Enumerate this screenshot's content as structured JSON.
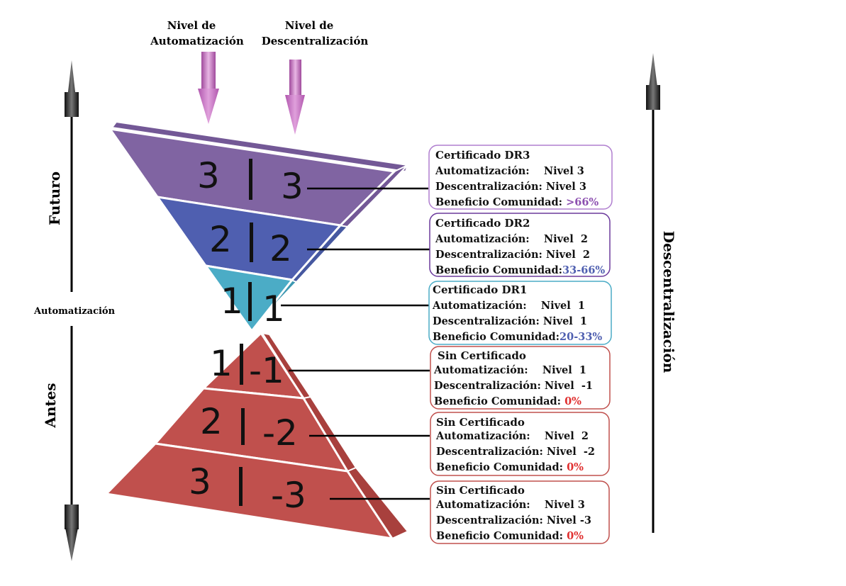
{
  "header": {
    "automation_label": [
      "Nivel de",
      "Automatización"
    ],
    "decentralization_label": [
      "Nivel de",
      "Descentralización"
    ]
  },
  "left_axis": {
    "top_label": "Futuro",
    "middle_label": "Automatización",
    "bottom_label": "Antes"
  },
  "right_axis": {
    "label": "Descentralización"
  },
  "levels": [
    {
      "id": "dr3",
      "automation": "3",
      "decentralization": "3",
      "title": "Certificado DR3",
      "automation_row": "Automatización:    Nivel 3",
      "decentralization_row": "Descentralización: Nivel 3",
      "benefit_label": "Beneficio Comunidad:",
      "benefit_value": " >66%",
      "color": "#8064a2",
      "benefit_color": "#8c4fb0"
    },
    {
      "id": "dr2",
      "automation": "2",
      "decentralization": "2",
      "title": "Certificado DR2",
      "automation_row": "Automatización:    Nivel  2",
      "decentralization_row": "Descentralización: Nivel  2",
      "benefit_label": "Beneficio Comunidad:",
      "benefit_value": "33-66%",
      "color": "#4f5fb0",
      "benefit_color": "#4f5fb0"
    },
    {
      "id": "dr1",
      "automation": "1",
      "decentralization": "1",
      "title": "Certificado DR1",
      "automation_row": "Automatización:    Nivel  1",
      "decentralization_row": "Descentralización: Nivel  1",
      "benefit_label": "Beneficio Comunidad:",
      "benefit_value": "20-33%",
      "color": "#4bacc6",
      "benefit_color": "#4f5fb0"
    },
    {
      "id": "sc1",
      "automation": "1",
      "decentralization": "-1",
      "title": "Sin Certificado",
      "automation_row": "Automatización:    Nivel  1",
      "decentralization_row": "Descentralización: Nivel  -1",
      "benefit_label": "Beneficio Comunidad:",
      "benefit_value": " 0%",
      "color": "#c0504d",
      "benefit_color": "#e03030"
    },
    {
      "id": "sc2",
      "automation": "2",
      "decentralization": "-2",
      "title": "Sin Certificado",
      "automation_row": "Automatización:    Nivel  2",
      "decentralization_row": "Descentralización: Nivel  -2",
      "benefit_label": "Beneficio Comunidad:",
      "benefit_value": " 0%",
      "color": "#c0504d",
      "benefit_color": "#e03030"
    },
    {
      "id": "sc3",
      "automation": "3",
      "decentralization": "-3",
      "title": "Sin Certificado",
      "automation_row": "Automatización:    Nivel 3",
      "decentralization_row": "Descentralización: Nivel -3",
      "benefit_label": "Beneficio Comunidad:",
      "benefit_value": " 0%",
      "color": "#c0504d",
      "benefit_color": "#e03030"
    }
  ]
}
